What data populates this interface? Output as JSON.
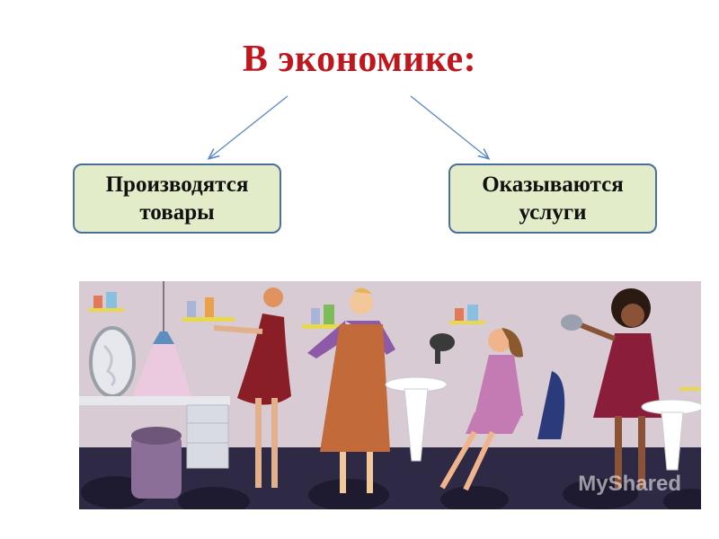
{
  "title": "В экономике:",
  "boxes": {
    "left": "Производятся\nтовары",
    "right": "Оказываются\nуслуги"
  },
  "colors": {
    "title": "#c0161d",
    "box_fill": "#e3ecc8",
    "box_border": "#4a6f9c",
    "arrow": "#5b87c2"
  },
  "illustration": {
    "subject": "beauty-salon-scene",
    "watermark": "MyShared"
  }
}
